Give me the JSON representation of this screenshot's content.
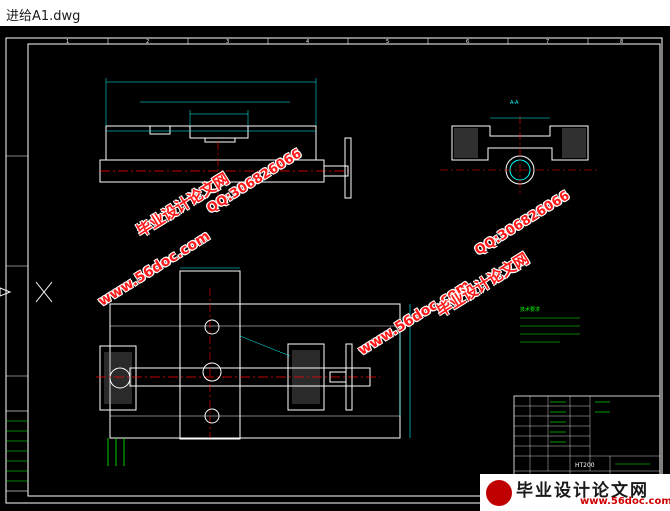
{
  "window": {
    "title": "进给A1.dwg"
  },
  "drawing": {
    "frame_numbers_top": [
      "1",
      "2",
      "3",
      "4",
      "5",
      "6",
      "7",
      "8"
    ],
    "section_label": "A-A",
    "notes_title": "技术要求",
    "material": "HT200"
  },
  "watermarks": {
    "cn": "毕业设计论文网",
    "url": "www.56doc.com",
    "qq": "QQ:306826066"
  },
  "footer_logo": {
    "cn": "毕业设计论文网",
    "url": "www.56doc.com"
  },
  "colors": {
    "background": "#000000",
    "frame": "#ffffff",
    "dimension": "#00ffff",
    "center_line": "#ff0000",
    "outline": "#ffffff",
    "text": "#00ff00",
    "watermark": "#ff1a1a"
  }
}
